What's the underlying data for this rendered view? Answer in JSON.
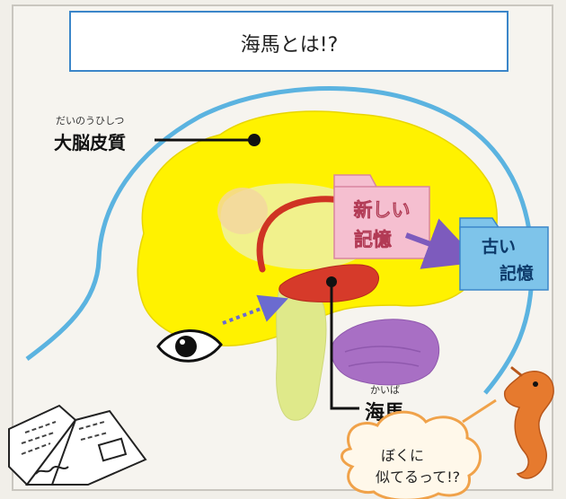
{
  "title": "海馬とは!?",
  "cortex": {
    "reading": "だいのうひしつ",
    "label": "大脳皮質"
  },
  "hippocampus": {
    "reading": "かいば",
    "label": "海馬"
  },
  "new_memory": {
    "line1": "新しい",
    "line2": "記憶"
  },
  "old_memory": {
    "line1": "古い",
    "line2": "記憶"
  },
  "speech": {
    "line1": "ぼくに",
    "line2": "似てるって!?"
  },
  "colors": {
    "cortex": "#fff200",
    "cerebellum": "#a86fc4",
    "brainstem": "#dfe98a",
    "hippocampus": "#d63a2a",
    "fornix": "#cf3323",
    "head_outline": "#5bb3e0",
    "new_folder": "#f5bfd0",
    "old_folder": "#7ec4ea",
    "arrow": "#7d5bbd",
    "seahorse": "#e67a2e"
  },
  "icons": [
    "eye-icon",
    "book-icon",
    "seahorse-icon",
    "folder-icon"
  ]
}
